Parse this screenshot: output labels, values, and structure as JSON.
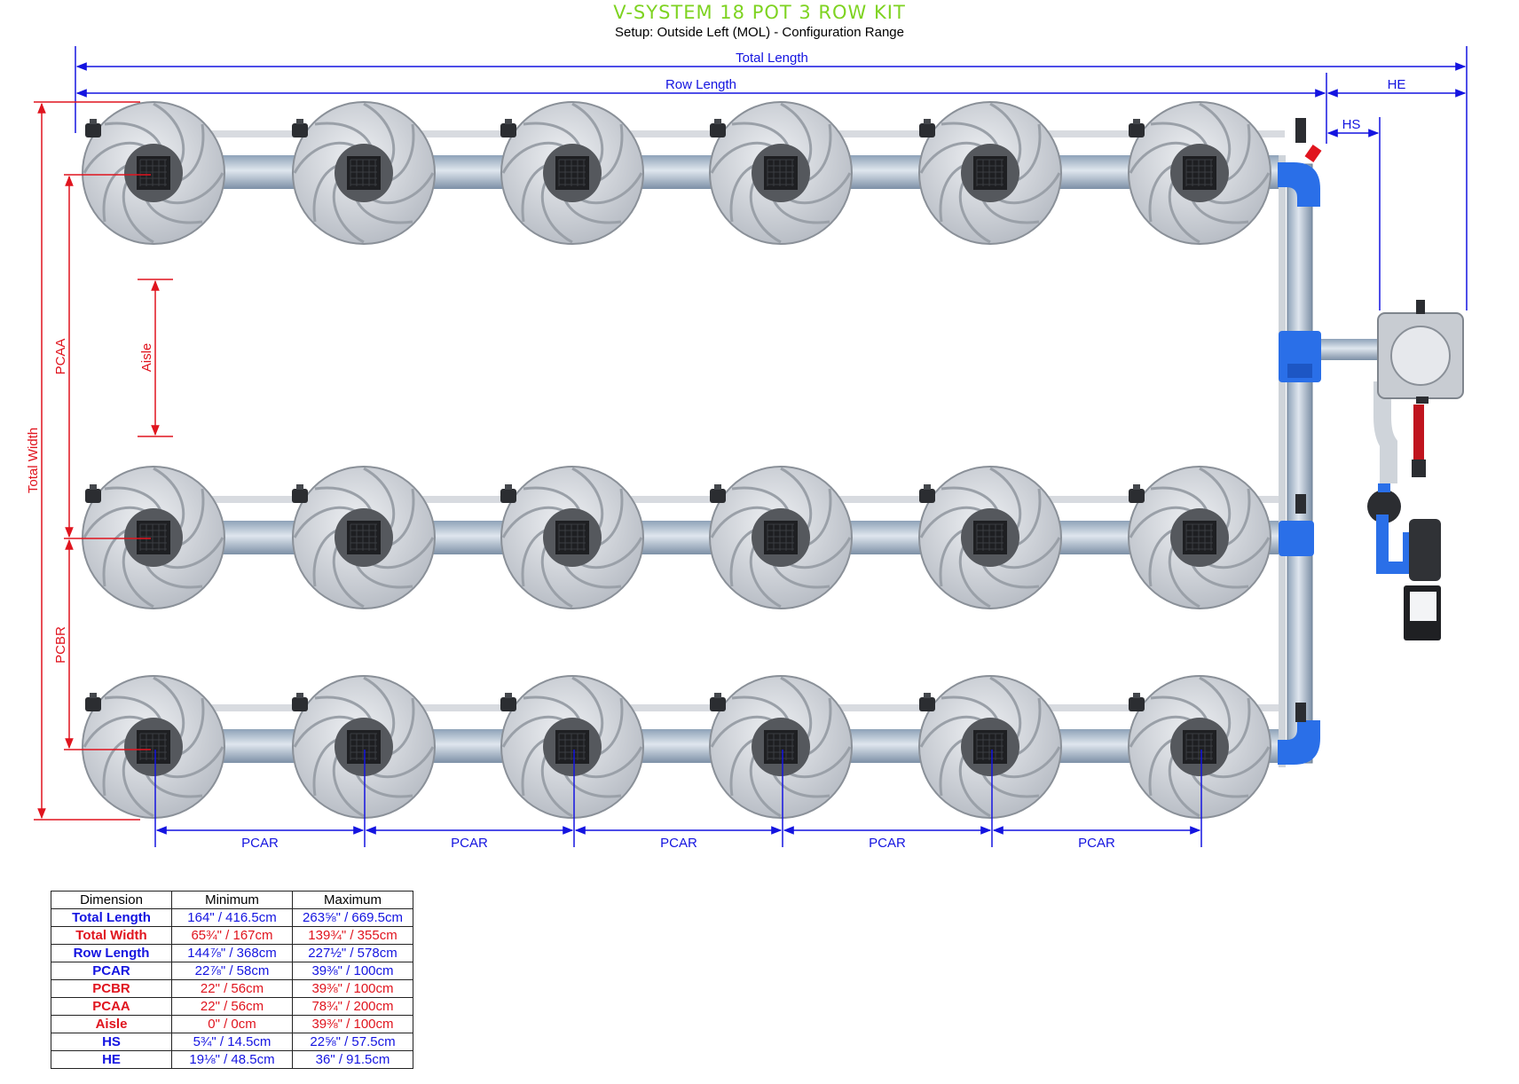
{
  "header": {
    "title": "V-SYSTEM 18 POT 3 ROW KIT",
    "subtitle": "Setup: Outside Left (MOL) - Configuration Range"
  },
  "labels": {
    "total_length": "Total Length",
    "row_length": "Row Length",
    "he": "HE",
    "hs": "HS",
    "total_width": "Total Width",
    "pcaa": "PCAA",
    "aisle": "Aisle",
    "pcbr": "PCBR",
    "pcar": "PCAR"
  },
  "colors": {
    "blue_dimension": "#1414e0",
    "red_dimension": "#e0141e",
    "title_green": "#7ed321",
    "fitting_blue": "#2a6fe8",
    "pot_gray": "#d4d7dc"
  },
  "layout_info": {
    "rows": 3,
    "pots_per_row": 6
  },
  "table": {
    "headers": [
      "Dimension",
      "Minimum",
      "Maximum"
    ],
    "rows": [
      {
        "name": "Total Length",
        "min": "164\" / 416.5cm",
        "max": "263⅝\" / 669.5cm",
        "color": "blue"
      },
      {
        "name": "Total Width",
        "min": "65¾\" / 167cm",
        "max": "139¾\" / 355cm",
        "color": "red"
      },
      {
        "name": "Row Length",
        "min": "144⅞\" / 368cm",
        "max": "227½\" / 578cm",
        "color": "blue"
      },
      {
        "name": "PCAR",
        "min": "22⅞\" / 58cm",
        "max": "39⅜\" / 100cm",
        "color": "blue"
      },
      {
        "name": "PCBR",
        "min": "22\" / 56cm",
        "max": "39⅜\" / 100cm",
        "color": "red"
      },
      {
        "name": "PCAA",
        "min": "22\" / 56cm",
        "max": "78¾\" / 200cm",
        "color": "red"
      },
      {
        "name": "Aisle",
        "min": "0\" / 0cm",
        "max": "39⅜\" / 100cm",
        "color": "red"
      },
      {
        "name": "HS",
        "min": "5¾\" / 14.5cm",
        "max": "22⅝\" / 57.5cm",
        "color": "blue"
      },
      {
        "name": "HE",
        "min": "19⅛\" / 48.5cm",
        "max": "36\" / 91.5cm",
        "color": "blue"
      }
    ]
  }
}
